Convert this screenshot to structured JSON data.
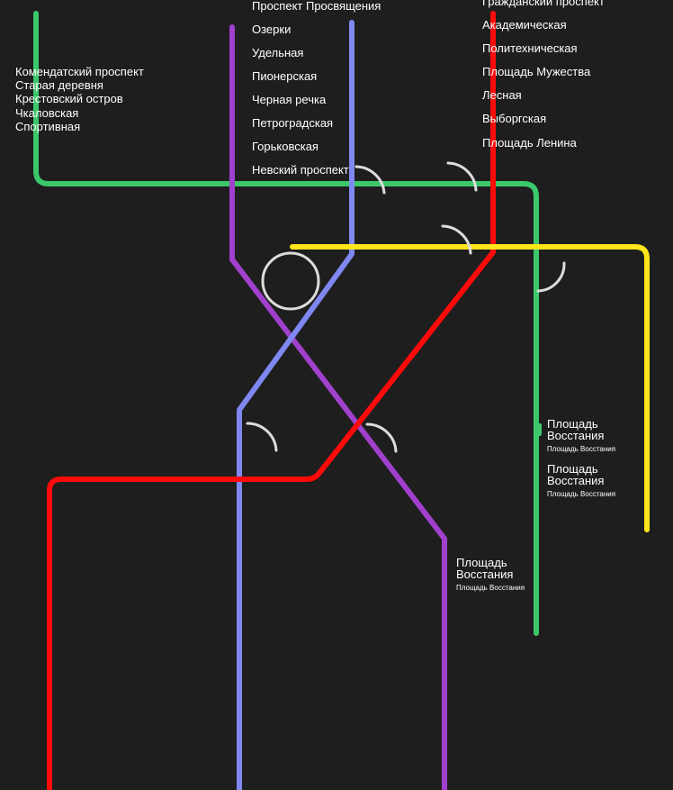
{
  "colors": {
    "background": "#1e1e1e",
    "green_line": "#3cc86a",
    "purple_line": "#a040cc",
    "blue_line": "#7f88f0",
    "red_line": "#ff0a0a",
    "yellow_line": "#ffe51a",
    "transfer_arc": "#dcdcdc"
  },
  "green_stations": [
    "Комендатский проспект",
    "Старая деревня",
    "Крестовский остров",
    "Чкаловская",
    "Спортивная"
  ],
  "blue_stations": [
    "Проспект Просвящения",
    "Озерки",
    "Удельная",
    "Пионерская",
    "Черная речка",
    "Петроградская",
    "Горьковская",
    "Невский проспект"
  ],
  "red_stations": [
    "Гражданский проспект",
    "Академическая",
    "Политехническая",
    "Площадь Мужества",
    "Лесная",
    "Выборгская",
    "Площадь Ленина"
  ],
  "green_east_labels": [
    {
      "line1": "Площадь",
      "line2": "Восстания",
      "sub": "Площадь Восстания"
    },
    {
      "line1": "Площадь",
      "line2": "Восстания",
      "sub": "Площадь Восстания"
    }
  ],
  "purple_south_label": {
    "line1": "Площадь",
    "line2": "Восстания",
    "sub": "Площадь Восстания"
  }
}
